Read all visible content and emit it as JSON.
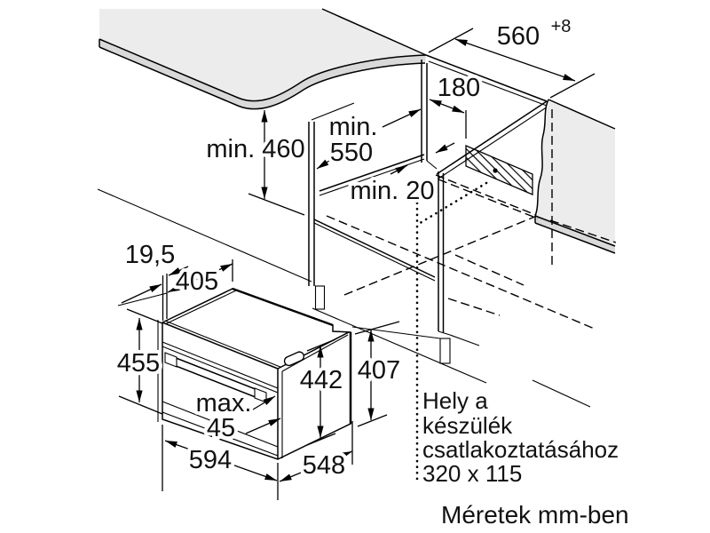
{
  "diagram": {
    "dimensions": {
      "niche_width": "560",
      "niche_width_tolerance": "+8",
      "connection_offset": "180",
      "min_depth_label": "min.",
      "min_depth_value": "550",
      "min_height": "min. 460",
      "min_gap": "min. 20",
      "front_overhang": "19,5",
      "top_depth": "405",
      "front_height": "455",
      "body_height": "442",
      "niche_body_height": "407",
      "max_label": "max.",
      "max_value": "45",
      "front_width": "594",
      "body_depth": "548"
    },
    "notes": {
      "connection_line1": "Hely a",
      "connection_line2": "készülék",
      "connection_line3": "csatlakoztatásához",
      "connection_line4": "320 x 115",
      "units_note": "Méretek mm-ben"
    },
    "colors": {
      "surface": "#ececec",
      "edge_band": "#d9d9d9",
      "line": "#000000",
      "background": "#ffffff"
    }
  }
}
